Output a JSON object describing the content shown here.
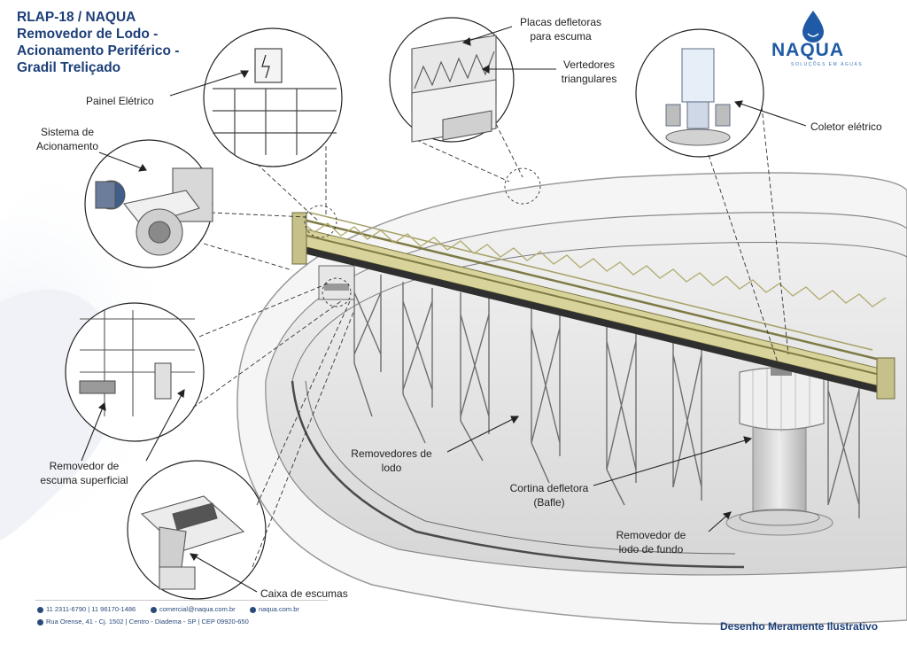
{
  "title": {
    "line1": "RLAP-18 / NAQUA",
    "line2": "Removedor de Lodo -",
    "line3": "Acionamento Periférico -",
    "line4": "Gradil Treliçado"
  },
  "logo": {
    "name": "NAQUA",
    "tagline": "SOLUÇÕES EM ÁGUAS",
    "icon": "water-drop-icon",
    "brand_color": "#1f5aa6"
  },
  "labels": {
    "painel": "Painel Elétrico",
    "sistema_1": "Sistema de",
    "sistema_2": "Acionamento",
    "placas_1": "Placas defletoras",
    "placas_2": "para escuma",
    "vertedores_1": "Vertedores",
    "vertedores_2": "triangulares",
    "coletor": "Coletor elétrico",
    "removedor_escuma_1": "Removedor de",
    "removedor_escuma_2": "escuma superficial",
    "removedores_lodo_1": "Removedores de",
    "removedores_lodo_2": "lodo",
    "cortina_1": "Cortina defletora",
    "cortina_2": "(Bafle)",
    "removedor_fundo_1": "Removedor de",
    "removedor_fundo_2": "lodo de fundo",
    "caixa": "Caixa de escumas"
  },
  "footer": {
    "phones": "11 2311-6790  |  11 96170-1486",
    "email": "comercial@naqua.com.br",
    "website": "naqua.com.br",
    "address": "Rua Orense, 41  -  Cj. 1502  |  Centro  -  Diadema  -  SP  |  CEP 09920-650",
    "disclaimer": "Desenho Meramente Ilustrativo"
  },
  "colors": {
    "title": "#1d3f78",
    "truss": "#cfc98e",
    "truss_stroke": "#7d7a45"
  }
}
